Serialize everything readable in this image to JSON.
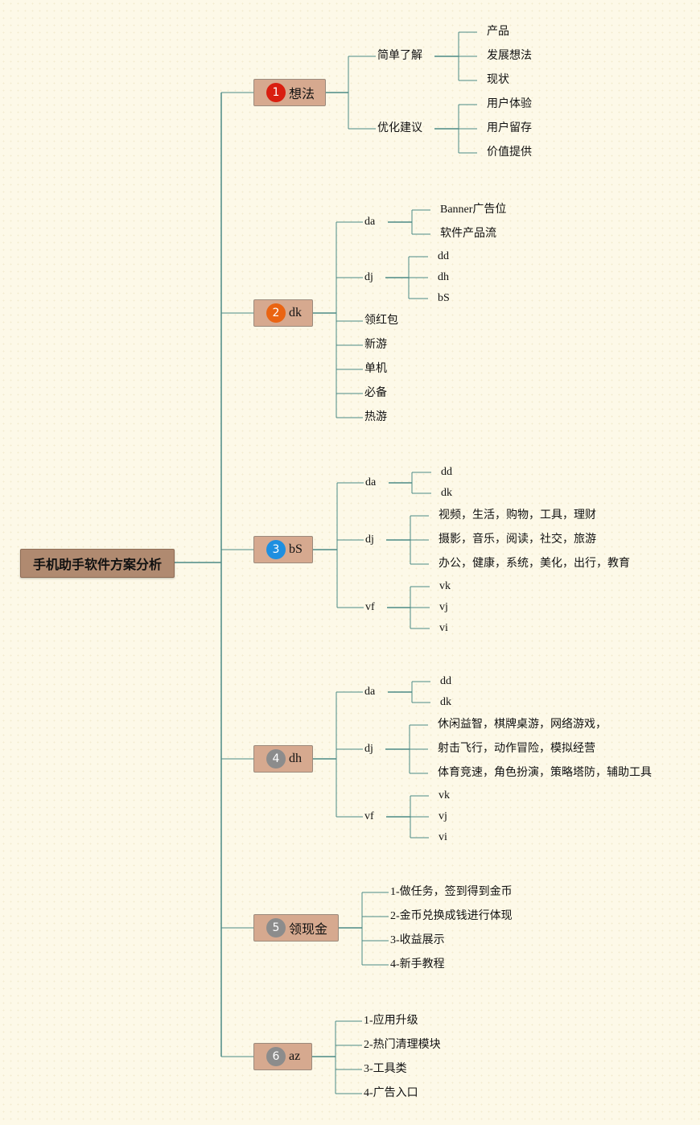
{
  "root": "手机助手软件方案分析",
  "colors": {
    "line": "#4c8a86",
    "badge1": "#d91e10",
    "badge2": "#ea6412",
    "badge3": "#1e8fe0",
    "badge_gray": "#8c8c8c"
  },
  "branches": [
    {
      "number": "1",
      "label": "想法",
      "badge_color": "#d91e10",
      "children": [
        {
          "label": "简单了解",
          "children": [
            {
              "label": "产品"
            },
            {
              "label": "发展想法"
            },
            {
              "label": "现状"
            }
          ]
        },
        {
          "label": "优化建议",
          "children": [
            {
              "label": "用户体验"
            },
            {
              "label": "用户留存"
            },
            {
              "label": "价值提供"
            }
          ]
        }
      ]
    },
    {
      "number": "2",
      "label": "dk",
      "badge_color": "#ea6412",
      "children": [
        {
          "label": "da",
          "children": [
            {
              "label": "Banner广告位"
            },
            {
              "label": "软件产品流"
            }
          ]
        },
        {
          "label": "dj",
          "children": [
            {
              "label": "dd"
            },
            {
              "label": "dh"
            },
            {
              "label": "bS"
            }
          ]
        },
        {
          "label": "领红包"
        },
        {
          "label": "新游"
        },
        {
          "label": "单机"
        },
        {
          "label": "必备"
        },
        {
          "label": "热游"
        }
      ]
    },
    {
      "number": "3",
      "label": "bS",
      "badge_color": "#1e8fe0",
      "children": [
        {
          "label": "da",
          "children": [
            {
              "label": "dd"
            },
            {
              "label": "dk"
            }
          ]
        },
        {
          "label": "dj",
          "children": [
            {
              "label": "视频，生活，购物，工具，理财"
            },
            {
              "label": "摄影，音乐，阅读，社交，旅游"
            },
            {
              "label": "办公，健康，系统，美化，出行，教育"
            }
          ]
        },
        {
          "label": "vf",
          "children": [
            {
              "label": "vk"
            },
            {
              "label": "vj"
            },
            {
              "label": "vi"
            }
          ]
        }
      ]
    },
    {
      "number": "4",
      "label": "dh",
      "badge_color": "#8c8c8c",
      "children": [
        {
          "label": "da",
          "children": [
            {
              "label": "dd"
            },
            {
              "label": "dk"
            }
          ]
        },
        {
          "label": "dj",
          "children": [
            {
              "label": "休闲益智，棋牌桌游，网络游戏，"
            },
            {
              "label": "射击飞行，动作冒险，模拟经营"
            },
            {
              "label": "体育竞速，角色扮演，策略塔防，辅助工具"
            }
          ]
        },
        {
          "label": "vf",
          "children": [
            {
              "label": "vk"
            },
            {
              "label": "vj"
            },
            {
              "label": "vi"
            }
          ]
        }
      ]
    },
    {
      "number": "5",
      "label": "领现金",
      "badge_color": "#8c8c8c",
      "children": [
        {
          "label": "1-做任务，签到得到金币"
        },
        {
          "label": "2-金币兑换成钱进行体现"
        },
        {
          "label": "3-收益展示"
        },
        {
          "label": "4-新手教程"
        }
      ]
    },
    {
      "number": "6",
      "label": "az",
      "badge_color": "#8c8c8c",
      "children": [
        {
          "label": "1-应用升级"
        },
        {
          "label": "2-热门清理模块"
        },
        {
          "label": "3-工具类"
        },
        {
          "label": "4-广告入口"
        }
      ]
    }
  ]
}
